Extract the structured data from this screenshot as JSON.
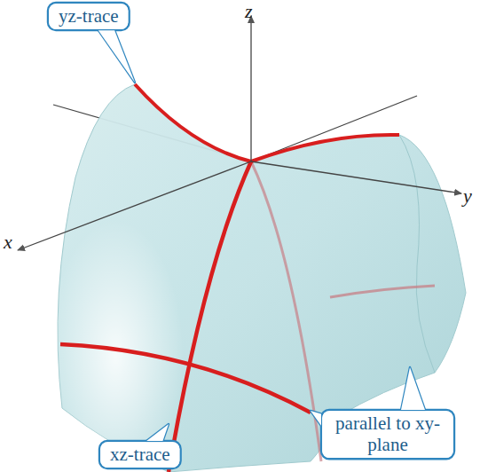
{
  "diagram": {
    "nodes": [
      {
        "text": [
          "yz-trace"
        ]
      },
      {
        "text": [
          "parallel to xy-plane"
        ]
      },
      {
        "text": [
          "xz-trace"
        ]
      }
    ],
    "labels": [
      "z",
      "y",
      "x"
    ]
  }
}
